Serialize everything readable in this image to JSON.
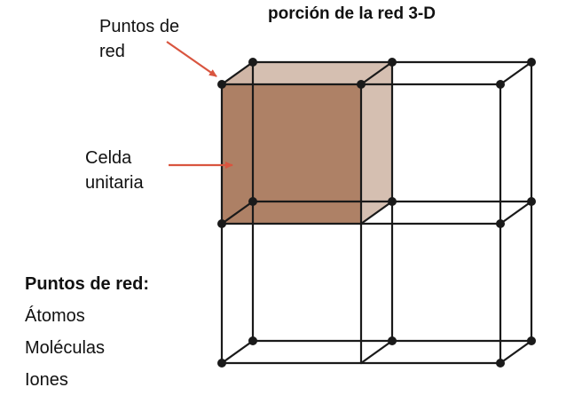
{
  "title": "porción de la red 3-D",
  "callouts": {
    "lattice_points": [
      "Puntos de",
      "red"
    ],
    "unit_cell": [
      "Celda",
      "unitaria"
    ]
  },
  "legend": {
    "heading": "Puntos de red:",
    "items": [
      "Átomos",
      "Moléculas",
      "Iones"
    ]
  },
  "colors": {
    "unit_cell_fill": "#a9795d",
    "arrow": "#d9553f",
    "lattice_line": "#1a1a1a"
  }
}
